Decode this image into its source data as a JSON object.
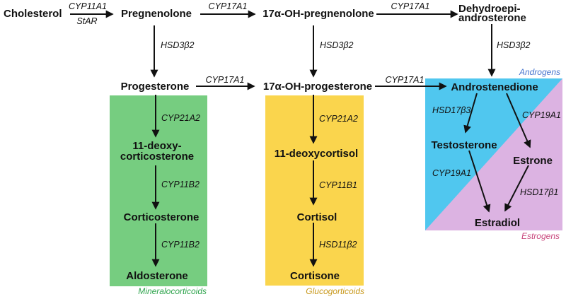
{
  "nodes": {
    "cholesterol": "Cholesterol",
    "pregnenolone": "Pregnenolone",
    "ohpregnenolone": "17α-OH-pregnenolone",
    "dhea_line1": "Dehydroepi-",
    "dhea_line2": "androsterone",
    "progesterone": "Progesterone",
    "ohprogesterone": "17α-OH-progesterone",
    "androstenedione": "Androstenedione",
    "deoxycorticosterone_line1": "11-deoxy-",
    "deoxycorticosterone_line2": "corticosterone",
    "corticosterone": "Corticosterone",
    "aldosterone": "Aldosterone",
    "deoxycortisol": "11-deoxycortisol",
    "cortisol": "Cortisol",
    "cortisone": "Cortisone",
    "testosterone": "Testosterone",
    "estrone": "Estrone",
    "estradiol": "Estradiol"
  },
  "enzymes": {
    "cyp11a1": "CYP11A1",
    "star": "StAR",
    "cyp17a1": "CYP17A1",
    "hsd3b2": "HSD3β2",
    "cyp21a2": "CYP21A2",
    "cyp11b2": "CYP11B2",
    "cyp11b1": "CYP11B1",
    "hsd11b2": "HSD11β2",
    "hsd17b3": "HSD17β3",
    "cyp19a1": "CYP19A1",
    "hsd17b1": "HSD17β1"
  },
  "group_labels": {
    "mineralocorticoids": "Mineralocorticoids",
    "glucocorticoids": "Glucogorticoids",
    "androgens": "Androgens",
    "estrogens": "Estrogens"
  },
  "colors": {
    "arrow": "#111111",
    "mineralocorticoids_box": "#76CD80",
    "glucocorticoids_box": "#FAD54D",
    "androgens_box": "#50C7EF",
    "estrogens_box": "#DCB3E2",
    "mineralocorticoids_label": "#2FA44D",
    "glucocorticoids_label": "#C8981B",
    "androgens_label": "#4473CE",
    "estrogens_label": "#C9497E"
  }
}
